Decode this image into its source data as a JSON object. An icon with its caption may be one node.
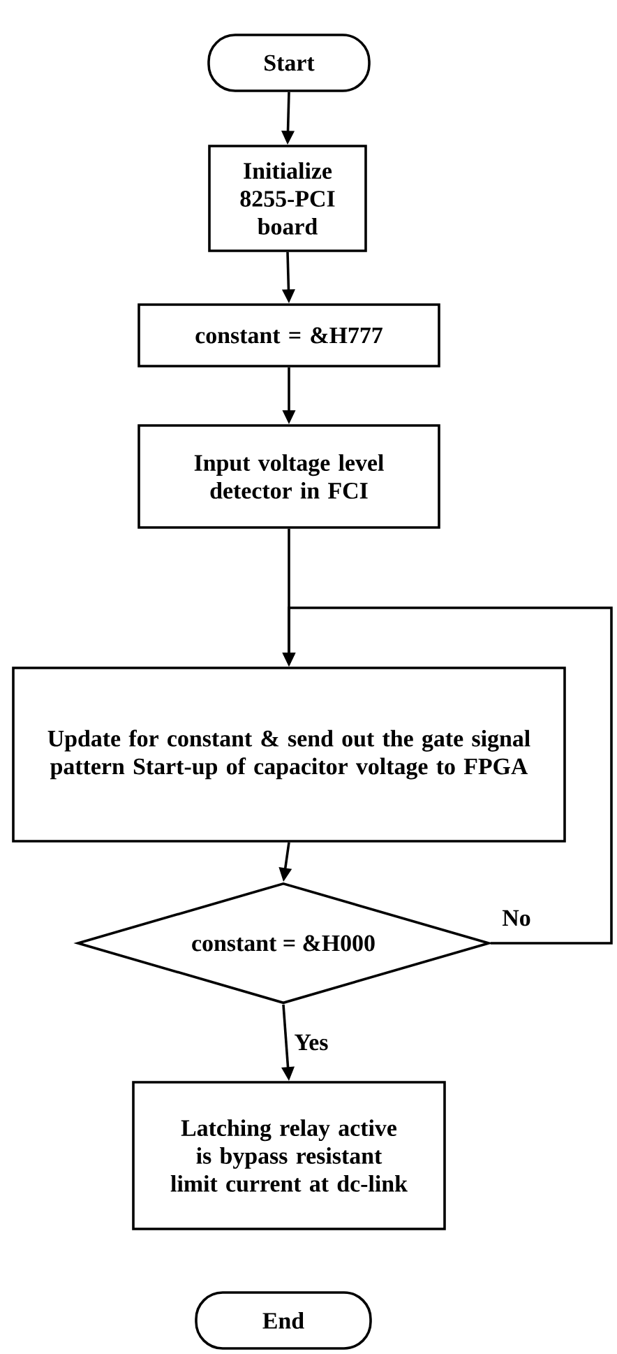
{
  "diagram": {
    "nodes": [
      {
        "text": [
          "Start"
        ]
      },
      {
        "text": [
          "Initialize 8255-PCI board"
        ]
      },
      {
        "text": [
          "constant = &H777"
        ]
      },
      {
        "text": [
          "Input voltage level detector in FCI"
        ]
      },
      {
        "text": [
          "Update for constant & send out the gate signal pattern Start-up of capacitor voltage to FPGA"
        ]
      },
      {
        "text": [
          "constant = &H000"
        ]
      },
      {
        "text": [
          "Latching relay active is bypass resistant limit current at dc-link"
        ]
      },
      {
        "text": [
          "End"
        ]
      }
    ],
    "edges": [
      {
        "from": 0,
        "to": 1,
        "arrow": "to"
      },
      {
        "from": 1,
        "to": 2,
        "arrow": "to"
      },
      {
        "from": 2,
        "to": 3,
        "arrow": "to"
      },
      {
        "from": 3,
        "to": 4,
        "arrow": "to"
      },
      {
        "from": 4,
        "to": 5,
        "arrow": "to"
      },
      {
        "from": 5,
        "to": 6,
        "arrow": "to",
        "label": "Yes"
      },
      {
        "from": 5,
        "to": 4,
        "arrow": "to",
        "label": "No"
      }
    ]
  }
}
